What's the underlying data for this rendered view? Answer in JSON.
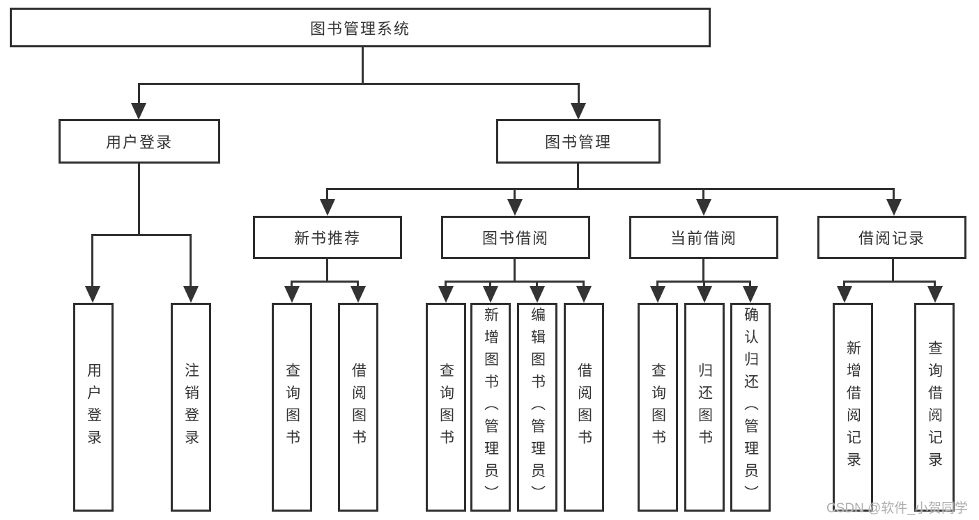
{
  "diagram": {
    "title": "图书管理系统",
    "branches": [
      {
        "label": "用户登录",
        "children": [
          "用户登录",
          "注销登录"
        ]
      },
      {
        "label": "图书管理",
        "children": [
          {
            "label": "新书推荐",
            "children": [
              "查询图书",
              "借阅图书"
            ]
          },
          {
            "label": "图书借阅",
            "children": [
              "查询图书",
              "新增图书（管理员）",
              "编辑图书（管理员）",
              "借阅图书"
            ]
          },
          {
            "label": "当前借阅",
            "children": [
              "查询图书",
              "归还图书",
              "确认归还（管理员）"
            ]
          },
          {
            "label": "借阅记录",
            "children": [
              "新增借阅记录",
              "查询借阅记录"
            ]
          }
        ]
      }
    ]
  },
  "watermark": {
    "text": "CSDN @软件_小贺同学"
  },
  "colors": {
    "line": "#333333",
    "box_border": "#2f2f2f",
    "text": "#333333",
    "watermark": "#aeaeae",
    "background": "#ffffff"
  }
}
